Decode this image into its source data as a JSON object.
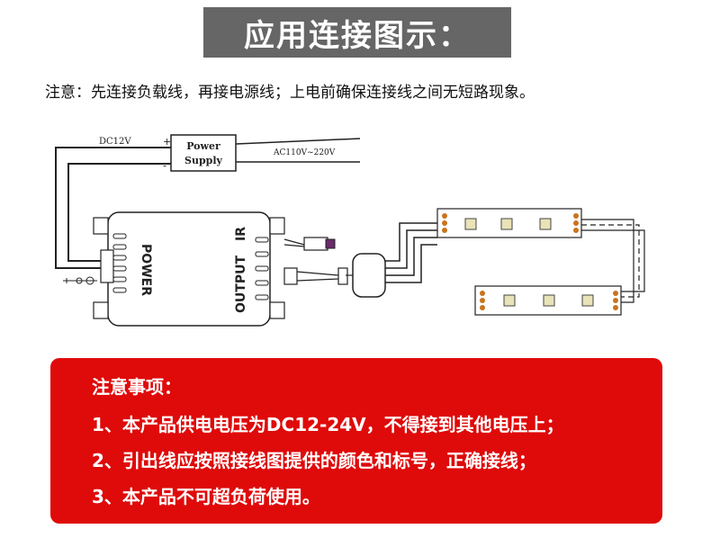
{
  "title": "应用连接图示：",
  "note": "注意：先连接负载线，再接电源线；上电前确保连接线之间无短路现象。",
  "diagram": {
    "dc_label": "DC12V",
    "plus": "+",
    "minus": "-",
    "power_supply_line1": "Power",
    "power_supply_line2": "Supply",
    "ac_label": "AC110V~220V",
    "power_label": "POWER",
    "ir_label": "IR",
    "output_label": "OUTPUT"
  },
  "notice": {
    "heading": "注意事项：",
    "items": [
      "1、本产品供电电压为DC12-24V，不得接到其他电压上；",
      "2、引出线应按照接线图提供的颜色和标号，正确接线；",
      "3、本产品不可超负荷使用。"
    ]
  },
  "colors": {
    "title_bg": "#666666",
    "notice_bg": "#df0a0a",
    "strip_pad": "#c8741e"
  }
}
